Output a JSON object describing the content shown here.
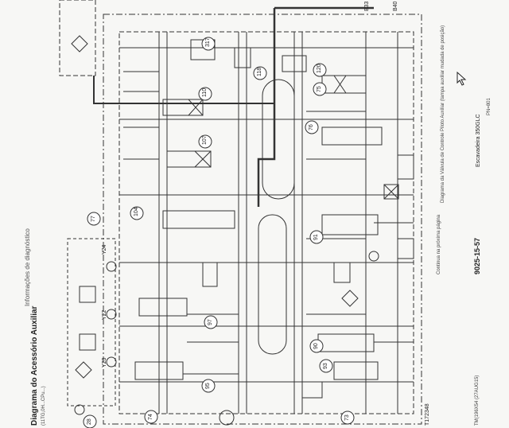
{
  "page": {
    "section": "Informações de diagnóstico",
    "title": "Diagrama do Acessório Auxiliar",
    "subtitle": "(11TG,0H...CPu...)",
    "figure_id": "T172348",
    "doc_code": "TM(196X54 (27AUG15)",
    "continued": "Continua na próxima página",
    "caption": "Diagrama da Válvula de Controle Piloto Auxiliar (tampa auxiliar mudada de posição)",
    "page_number": "9025-15-57",
    "model": "Escavadeira 350GLC",
    "page_ref": "PN=801"
  },
  "labels": {
    "y24": "Y24",
    "y22": "Y22",
    "y23": "Y23",
    "b33": "B33",
    "b40": "B40"
  },
  "callouts": [
    "317",
    "118",
    "110",
    "107",
    "120",
    "75",
    "76",
    "104",
    "77",
    "91",
    "97",
    "90",
    "95",
    "93",
    "74",
    "28",
    "73"
  ]
}
